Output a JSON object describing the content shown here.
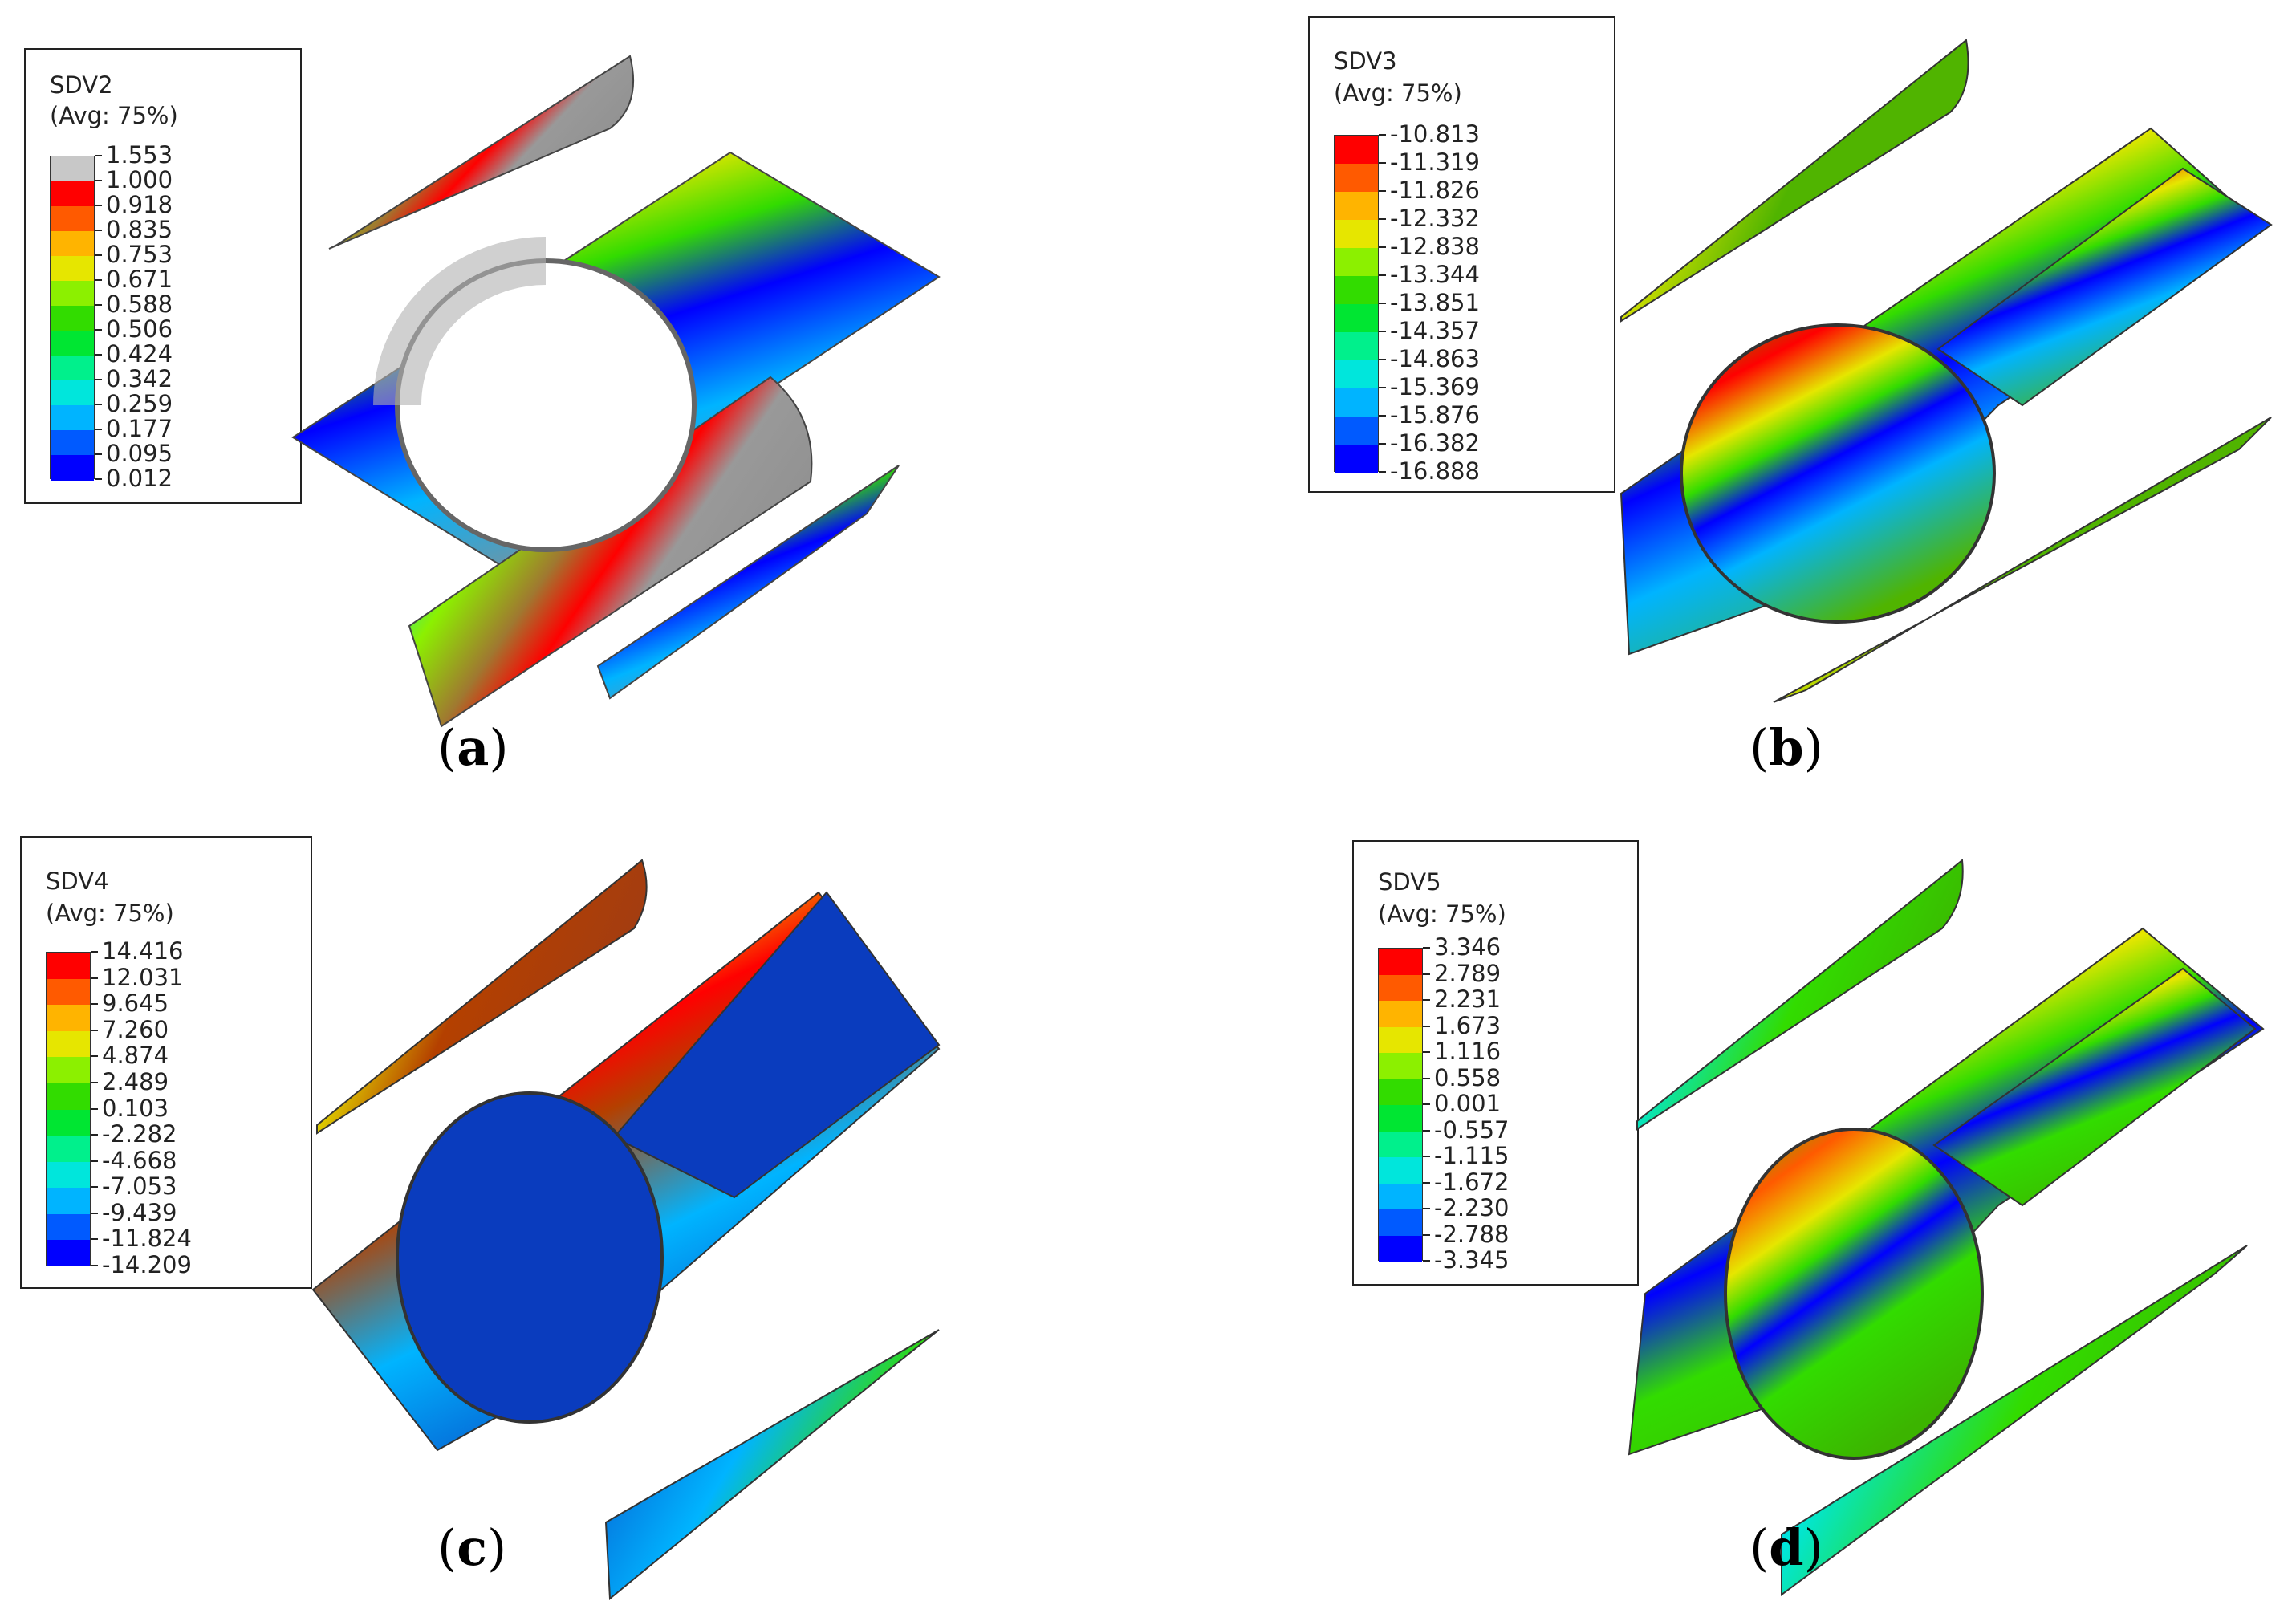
{
  "colormap": [
    "#ff0000",
    "#ff5a00",
    "#ffb400",
    "#e6e600",
    "#8cf000",
    "#32dc00",
    "#00e632",
    "#00f08c",
    "#00e6dc",
    "#00b4ff",
    "#005aff",
    "#0000ff"
  ],
  "panels": [
    {
      "id": "a",
      "caption": "a",
      "legend_title": "SDV2",
      "legend_avg": "(Avg: 75%)",
      "has_over_range": true,
      "over_range_color": "#c8c8c8",
      "values": [
        "1.553",
        "1.000",
        "0.918",
        "0.835",
        "0.753",
        "0.671",
        "0.588",
        "0.506",
        "0.424",
        "0.342",
        "0.259",
        "0.177",
        "0.095",
        "0.012"
      ]
    },
    {
      "id": "b",
      "caption": "b",
      "legend_title": "SDV3",
      "legend_avg": "(Avg: 75%)",
      "has_over_range": false,
      "values": [
        "-10.813",
        "-11.319",
        "-11.826",
        "-12.332",
        "-12.838",
        "-13.344",
        "-13.851",
        "-14.357",
        "-14.863",
        "-15.369",
        "-15.876",
        "-16.382",
        "-16.888"
      ]
    },
    {
      "id": "c",
      "caption": "c",
      "legend_title": "SDV4",
      "legend_avg": "(Avg: 75%)",
      "has_over_range": false,
      "values": [
        "14.416",
        "12.031",
        "9.645",
        "7.260",
        "4.874",
        "2.489",
        "0.103",
        "-2.282",
        "-4.668",
        "-7.053",
        "-9.439",
        "-11.824",
        "-14.209"
      ]
    },
    {
      "id": "d",
      "caption": "d",
      "legend_title": "SDV5",
      "legend_avg": "(Avg: 75%)",
      "has_over_range": false,
      "values": [
        "3.346",
        "2.789",
        "2.231",
        "1.673",
        "1.116",
        "0.558",
        "0.001",
        "-0.557",
        "-1.115",
        "-1.672",
        "-2.230",
        "-2.788",
        "-3.345"
      ]
    }
  ]
}
